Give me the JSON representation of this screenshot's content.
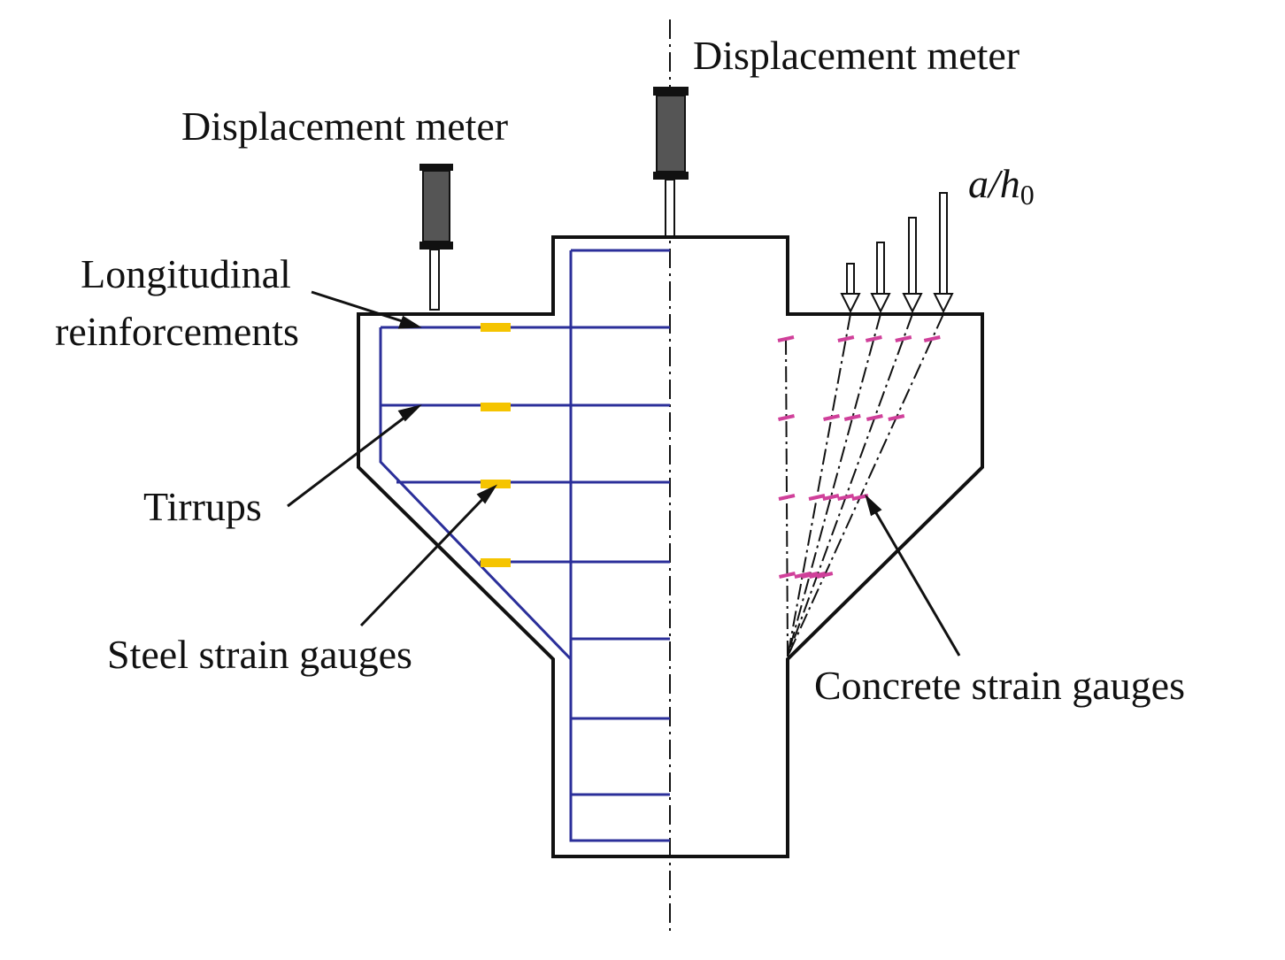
{
  "labels": {
    "displacement_meter_top": "Displacement meter",
    "displacement_meter_left": "Displacement meter",
    "longitudinal_line1": "Longitudinal",
    "longitudinal_line2": "reinforcements",
    "tirrups": "Tirrups",
    "steel_strain_gauges": "Steel strain gauges",
    "concrete_strain_gauges": "Concrete strain gauges",
    "shear_span_ratio_main": "a/h",
    "shear_span_ratio_sub": "0"
  },
  "colors": {
    "outline": "#111111",
    "reinforcement": "#2b2f9a",
    "steel_gauge": "#f5c400",
    "concrete_gauge": "#d0409a",
    "meter_body": "#555555"
  },
  "counts": {
    "load_arrows": 4,
    "steel_gauges": 4,
    "concrete_gauge_rows": 4
  }
}
